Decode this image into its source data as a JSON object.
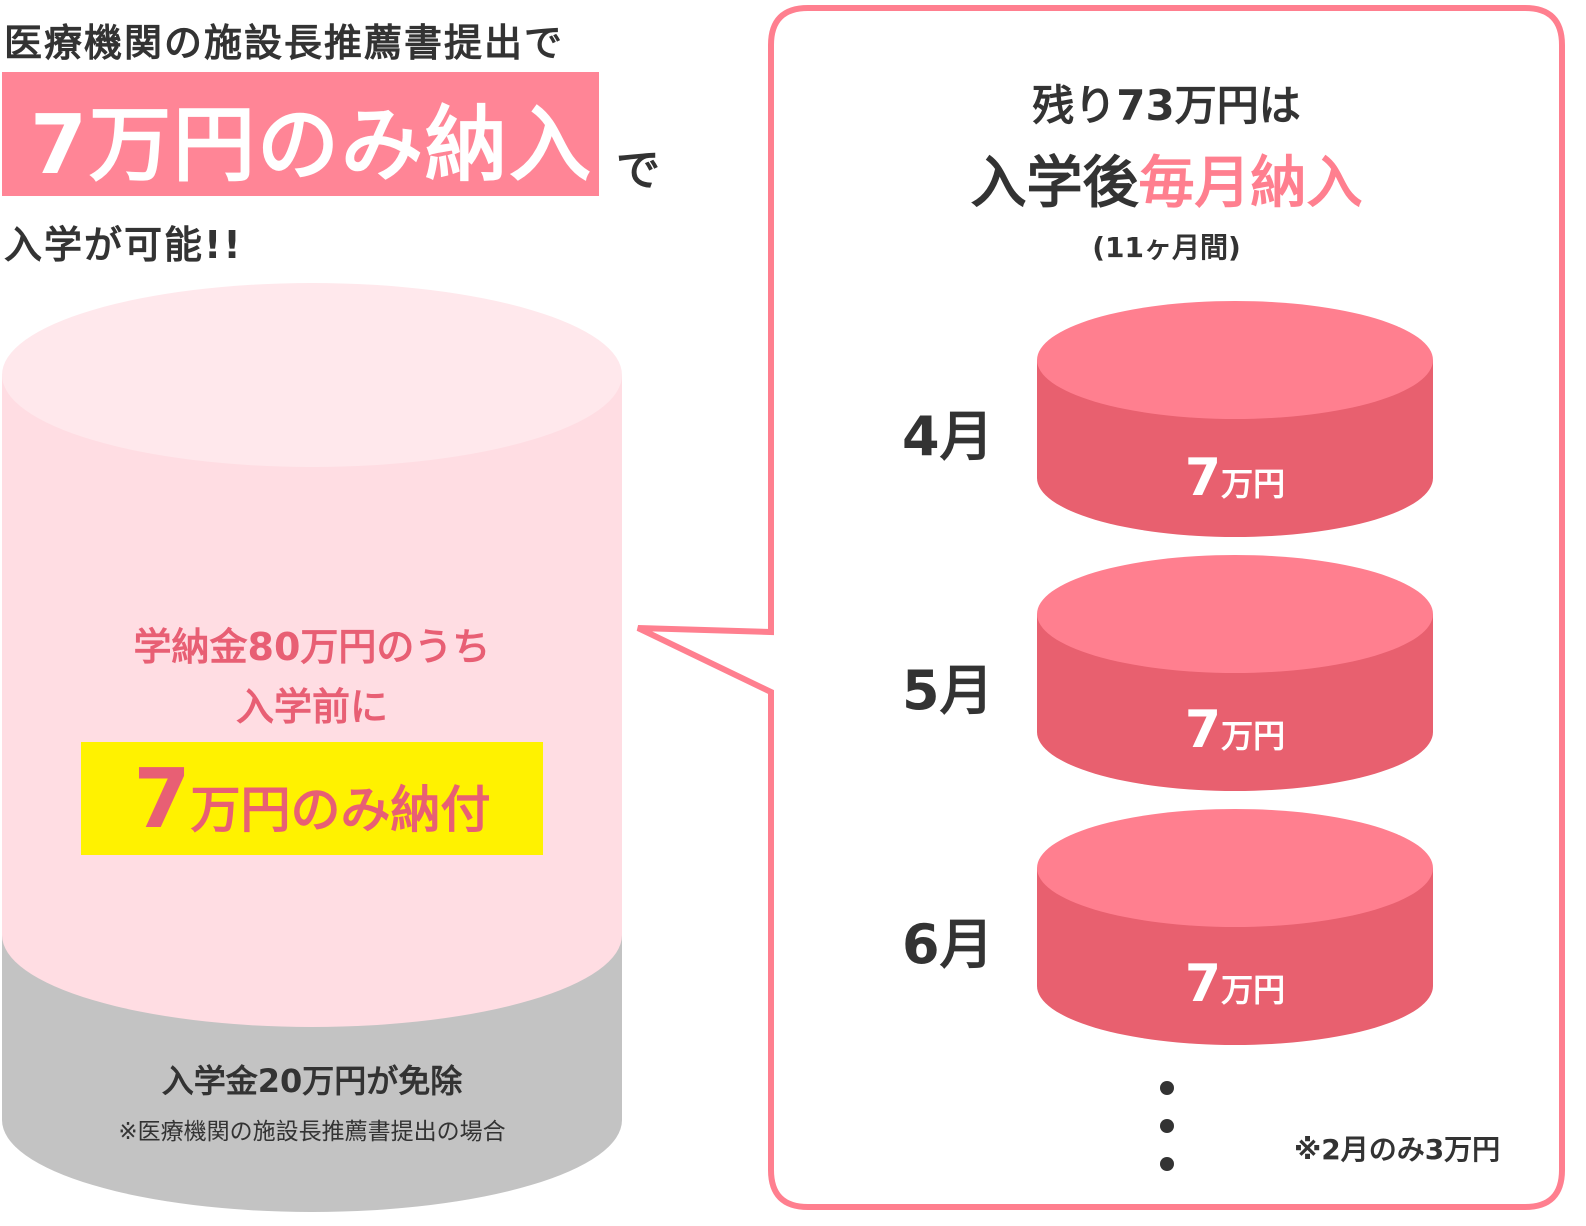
{
  "headline": {
    "line1": "医療機関の施設長推薦書提出で",
    "highlight": "7万円のみ納入",
    "line2_suffix": "で",
    "line3": "入学が可能!!"
  },
  "left_cylinder": {
    "upper_text1": "学納金80万円のうち",
    "upper_text2": "入学前に",
    "yellow_big": "7",
    "yellow_rest": "万円のみ納付",
    "lower_text": "入学金20万円が免除",
    "lower_note": "※医療機関の施設長推薦書提出の場合"
  },
  "bubble": {
    "title1": "残り73万円は",
    "title2_dark": "入学後",
    "title2_pink": "毎月納入",
    "subtitle": "(11ヶ月間)",
    "months": [
      {
        "label": "4月",
        "amount_num": "7",
        "amount_unit": "万円"
      },
      {
        "label": "5月",
        "amount_num": "7",
        "amount_unit": "万円"
      },
      {
        "label": "6月",
        "amount_num": "7",
        "amount_unit": "万円"
      }
    ],
    "note": "※2月のみ3万円"
  },
  "colors": {
    "pink": "#ff7f8f",
    "dark_pink": "#e8606f",
    "light_pink": "#ffdde3",
    "gray": "#c3c3c3",
    "yellow": "#fff200",
    "text": "#333333"
  }
}
